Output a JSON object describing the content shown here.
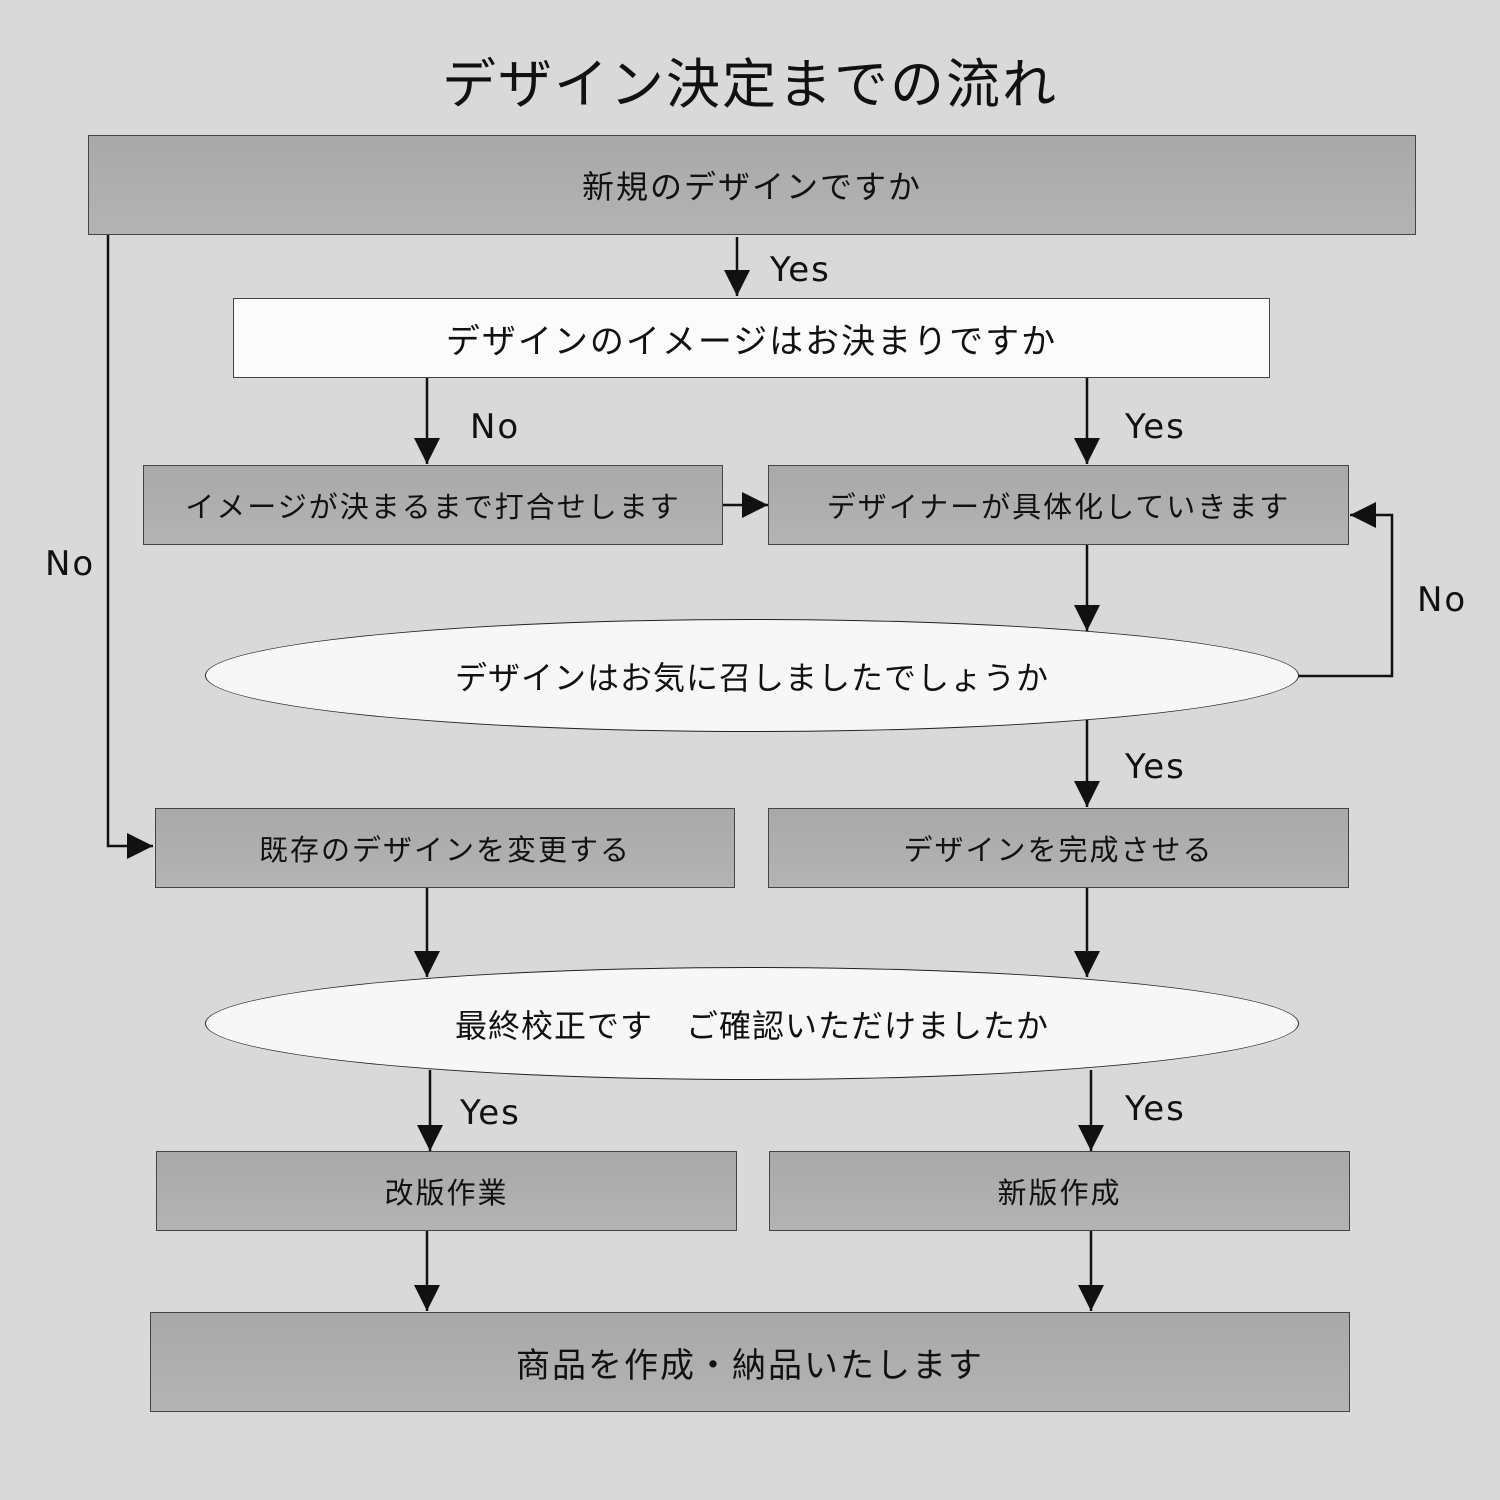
{
  "title": "デザイン決定までの流れ",
  "nodes": {
    "start": "新規のデザインですか",
    "image_decided": "デザインのイメージはお決まりですか",
    "meeting": "イメージが決まるまで打合せします",
    "designer": "デザイナーが具体化していきます",
    "like_design": "デザインはお気に召しましたでしょうか",
    "modify_existing": "既存のデザインを変更する",
    "complete_design": "デザインを完成させる",
    "final_proof": "最終校正です　ご確認いただけましたか",
    "revision": "改版作業",
    "new_edition": "新版作成",
    "deliver": "商品を作成・納品いたします"
  },
  "labels": {
    "yes": "Yes",
    "no": "No"
  },
  "colors": {
    "background": "#d9d9d9",
    "box": "#aeaeae",
    "highlight_box": "#fbfbfb",
    "line": "#111111"
  }
}
